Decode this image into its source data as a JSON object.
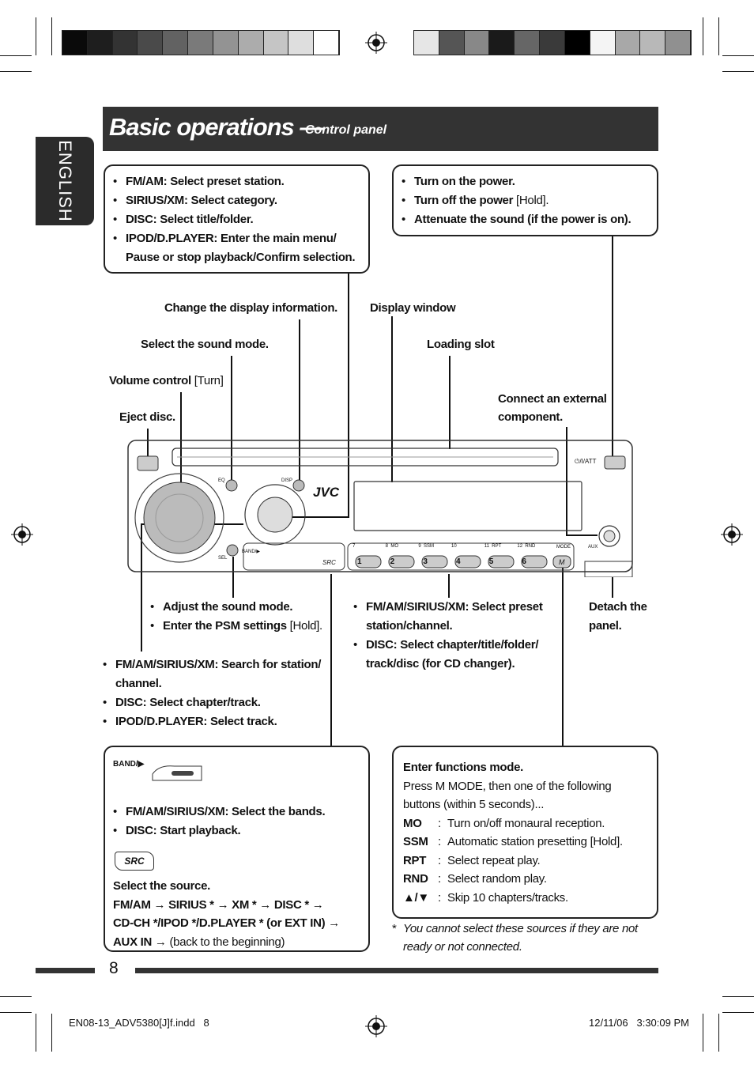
{
  "header": {
    "title": "Basic operations —",
    "subtitle": "Control panel"
  },
  "side_tab": "ENGLISH",
  "page_number": "8",
  "callouts": {
    "top_left": [
      "FM/AM: Select preset station.",
      "SIRIUS/XM: Select category.",
      "DISC: Select title/folder.",
      "IPOD/D.PLAYER: Enter the main menu/ Pause or stop playback/Confirm selection."
    ],
    "top_right": [
      {
        "text": "Turn on the power.",
        "suffix": ""
      },
      {
        "text": "Turn off the power",
        "suffix": " [Hold]."
      },
      {
        "text": "Attenuate the sound (if the power is on).",
        "suffix": ""
      }
    ],
    "change_display": "Change the display information.",
    "display_window": "Display window",
    "select_sound": "Select the sound mode.",
    "loading_slot": "Loading slot",
    "volume_control": "Volume control",
    "volume_suffix": " [Turn]",
    "eject_disc": "Eject disc.",
    "connect_external": "Connect an external component.",
    "adjust_sound": [
      {
        "text": "Adjust the sound mode.",
        "suffix": ""
      },
      {
        "text": "Enter the PSM settings",
        "suffix": " [Hold]."
      }
    ],
    "preset_select": [
      "FM/AM/SIRIUS/XM: Select preset station/channel.",
      "DISC: Select chapter/title/folder/ track/disc (for CD changer)."
    ],
    "detach_panel": "Detach the panel.",
    "search": [
      "FM/AM/SIRIUS/XM: Search for station/ channel.",
      "DISC: Select chapter/track.",
      "IPOD/D.PLAYER: Select track."
    ]
  },
  "bottom_left_box": {
    "band_label": "BAND/▶",
    "band_items": [
      "FM/AM/SIRIUS/XM: Select the bands.",
      "DISC: Start playback."
    ],
    "src_label": "SRC",
    "source_heading": "Select the source.",
    "source_line1": "FM/AM → SIRIUS * → XM * → DISC * →",
    "source_line2": "CD-CH */IPOD */D.PLAYER * (or EXT IN) →",
    "source_line3_bold": "AUX IN",
    "source_line3_rest": " → (back to the beginning)"
  },
  "bottom_right_box": {
    "heading": "Enter functions mode.",
    "intro": "Press M MODE, then one of the following buttons (within 5 seconds)...",
    "functions": [
      {
        "key": "MO",
        "desc": "Turn on/off monaural reception."
      },
      {
        "key": "SSM",
        "desc": "Automatic station presetting [Hold]."
      },
      {
        "key": "RPT",
        "desc": "Select repeat play."
      },
      {
        "key": "RND",
        "desc": "Select random play."
      },
      {
        "key": "▲/▼",
        "desc": "Skip 10 chapters/tracks."
      }
    ]
  },
  "footnote": {
    "mark": "*",
    "text": "You cannot select these sources if they are not ready or not connected."
  },
  "device": {
    "brand": "JVC",
    "power_label": "⏻/I/ATT",
    "eq": "EQ",
    "disp": "DISP",
    "sel": "SEL",
    "band": "BAND/▶",
    "src": "SRC",
    "mode": "MODE",
    "aux": "AUX",
    "m": "M",
    "preset_top": [
      "7",
      "8  MO",
      "9  SSM",
      "10",
      "11  RPT",
      "12  RND"
    ],
    "presets": [
      "1",
      "2",
      "3",
      "4",
      "5",
      "6"
    ]
  },
  "footer": {
    "file": "EN08-13_ADV5380[J]f.indd   8",
    "date": "12/11/06   3:30:09 PM"
  },
  "colors": {
    "header_bg": "#333333",
    "side_tab_bg": "#2b2b2b",
    "swatches_left": [
      "#0a0a0a",
      "#1e1e1e",
      "#333333",
      "#4a4a4a",
      "#626262",
      "#7a7a7a",
      "#939393",
      "#acacac",
      "#c5c5c5",
      "#dedede",
      "#ffffff"
    ],
    "swatches_right": [
      "#e6e6e6",
      "#555555",
      "#888888",
      "#1a1a1a",
      "#666666",
      "#3a3a3a",
      "#000000",
      "#f4f4f4",
      "#a8a8a8",
      "#b8b8b8",
      "#909090"
    ]
  }
}
